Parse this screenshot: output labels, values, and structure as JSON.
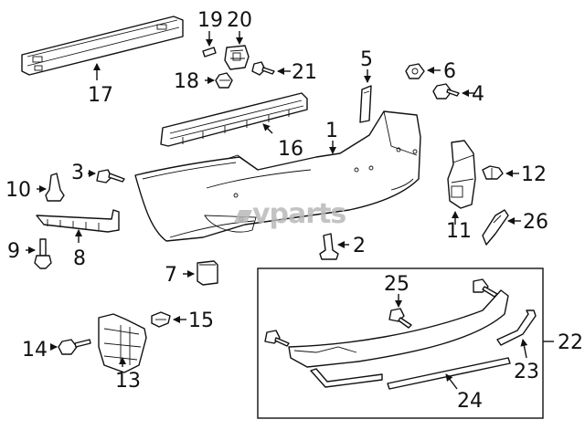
{
  "watermark": "vparts",
  "callouts": {
    "c1": "1",
    "c2": "2",
    "c3": "3",
    "c4": "4",
    "c5": "5",
    "c6": "6",
    "c7": "7",
    "c8": "8",
    "c9": "9",
    "c10": "10",
    "c11": "11",
    "c12": "12",
    "c13": "13",
    "c14": "14",
    "c15": "15",
    "c16": "16",
    "c17": "17",
    "c18": "18",
    "c19": "19",
    "c20": "20",
    "c21": "21",
    "c22": "22",
    "c23": "23",
    "c24": "24",
    "c25": "25",
    "c26": "26"
  }
}
